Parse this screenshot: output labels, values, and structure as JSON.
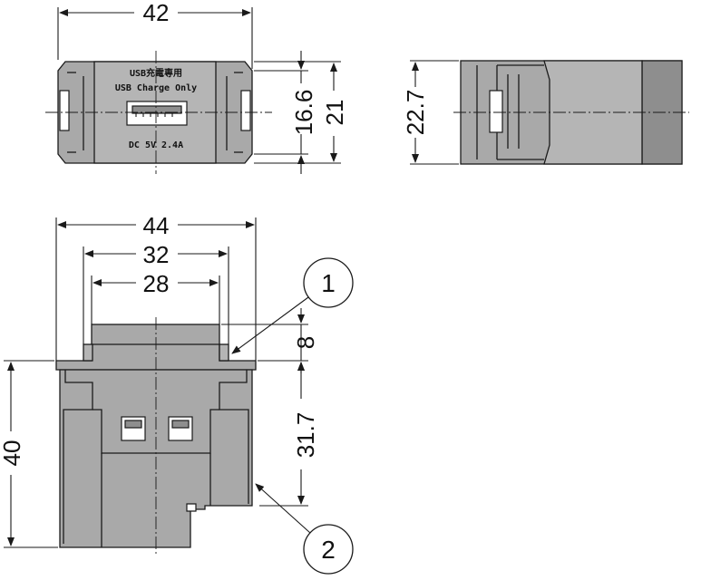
{
  "dimensions": {
    "top_width": "42",
    "top_height_inner": "16.6",
    "top_height_outer": "21",
    "side_height": "22.7",
    "bottom_width_outer": "44",
    "bottom_width_mid": "32",
    "bottom_width_inner": "28",
    "bottom_tab": "8",
    "bottom_body": "31.7",
    "bottom_total": "40"
  },
  "faceplate": {
    "line1": "USB充電専用",
    "line2": "USB Charge Only",
    "line3": "DC 5V 2.4A"
  },
  "callouts": [
    "1",
    "2"
  ]
}
